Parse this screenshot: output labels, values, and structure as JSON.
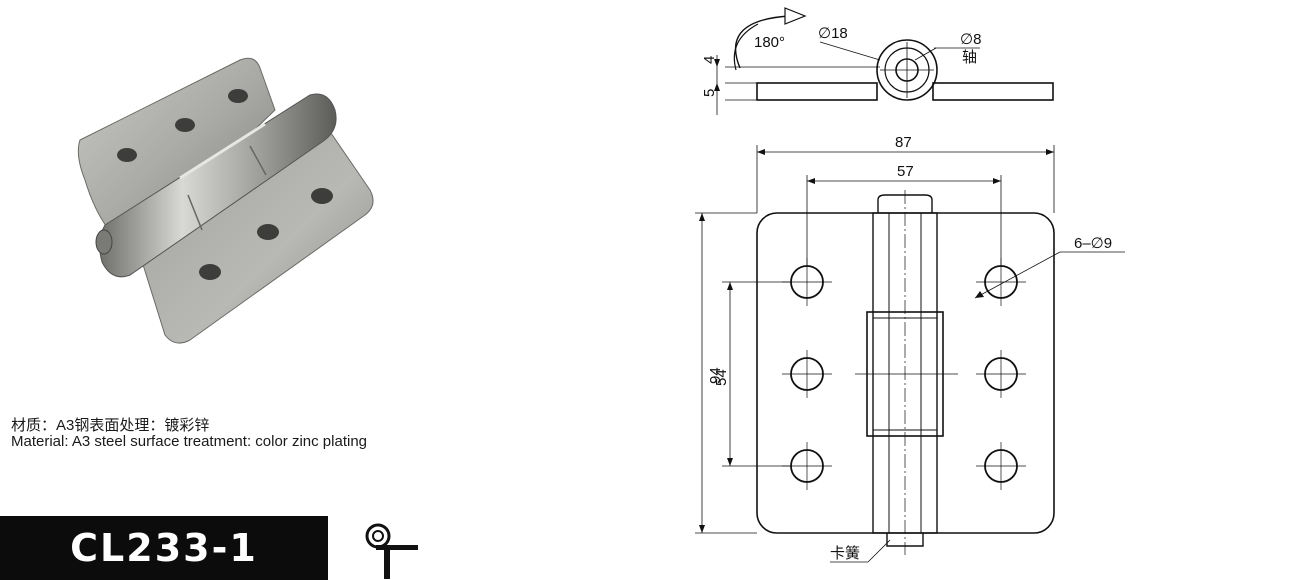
{
  "product": {
    "model": "CL233-1",
    "material_cn": "材质：A3钢表面处理：镀彩锌",
    "material_en": "Material: A3 steel surface treatment: color zinc plating"
  },
  "drawing": {
    "rotation_label": "180°",
    "knuckle_dia_label": "∅18",
    "pin_dia_label": "∅8",
    "pin_label": "轴",
    "dim_4": "4",
    "dim_5": "5",
    "width_label": "87",
    "hole_span_label": "57",
    "holes_label": "6–∅9",
    "height_label": "94",
    "hole_vspan_label": "54",
    "spring_label": "卡簧"
  },
  "icons": [
    "hinge-photo",
    "hinge-type-icon",
    "rotation-arrow-icon"
  ]
}
